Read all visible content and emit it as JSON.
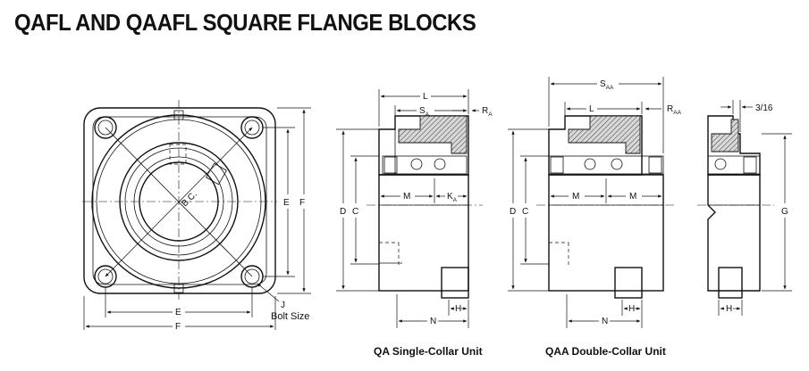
{
  "title": "QAFL AND QAAFL SQUARE FLANGE BLOCKS",
  "captions": {
    "single": "QA Single-Collar Unit",
    "double": "QAA Double-Collar Unit"
  },
  "front_view": {
    "e_h": "E",
    "f_h": "F",
    "e_v": "E",
    "f_v": "F",
    "bc": "B.C.",
    "j": "J",
    "bolt_size": "Bolt Size"
  },
  "single_view": {
    "l": "L",
    "sa": "S",
    "sa_sub": "A",
    "ra": "R",
    "ra_sub": "A",
    "d": "D",
    "c": "C",
    "m": "M",
    "ka": "K",
    "ka_sub": "A",
    "n": "N",
    "h": "H"
  },
  "double_view": {
    "saa": "S",
    "saa_sub": "AA",
    "l": "L",
    "raa": "R",
    "raa_sub": "AA",
    "d": "D",
    "c": "C",
    "m1": "M",
    "m2": "M",
    "n": "N",
    "h": "H"
  },
  "side_view": {
    "dim": "3/16",
    "g": "G",
    "h": "H"
  }
}
